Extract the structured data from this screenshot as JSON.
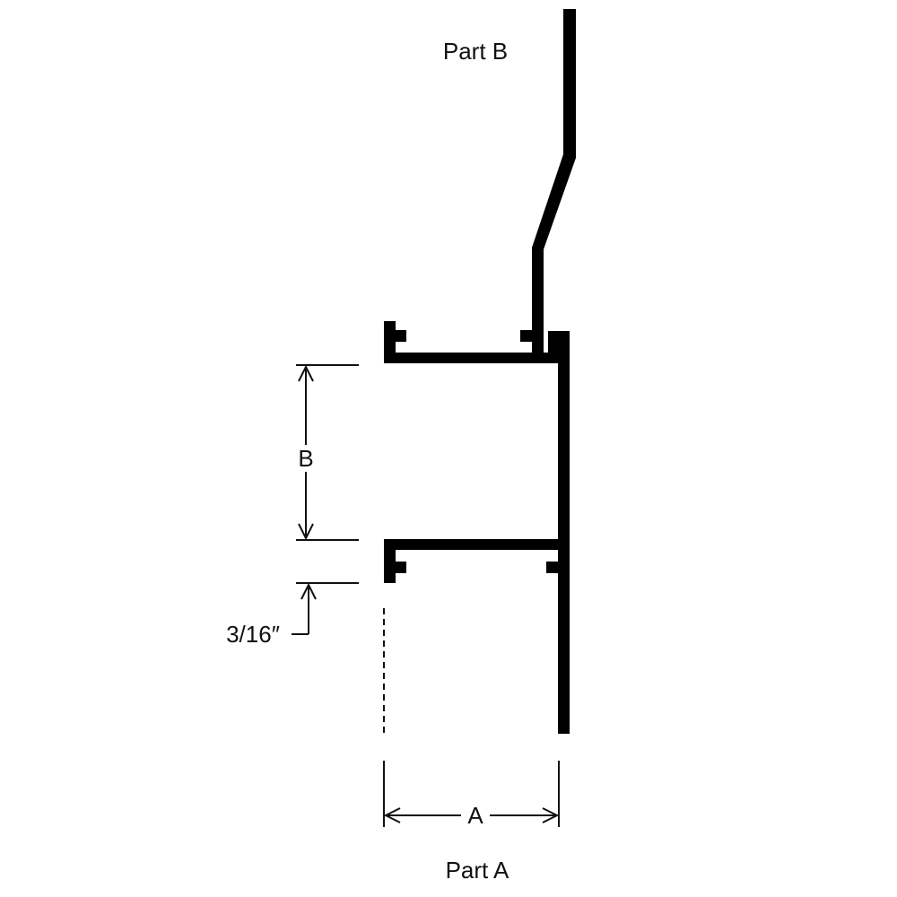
{
  "labels": {
    "part_b": "Part B",
    "part_a": "Part A",
    "dim_a": "A",
    "dim_b": "B",
    "dim_gap": "3/16″"
  },
  "colors": {
    "profile": "#000000",
    "dimension": "#111111"
  }
}
